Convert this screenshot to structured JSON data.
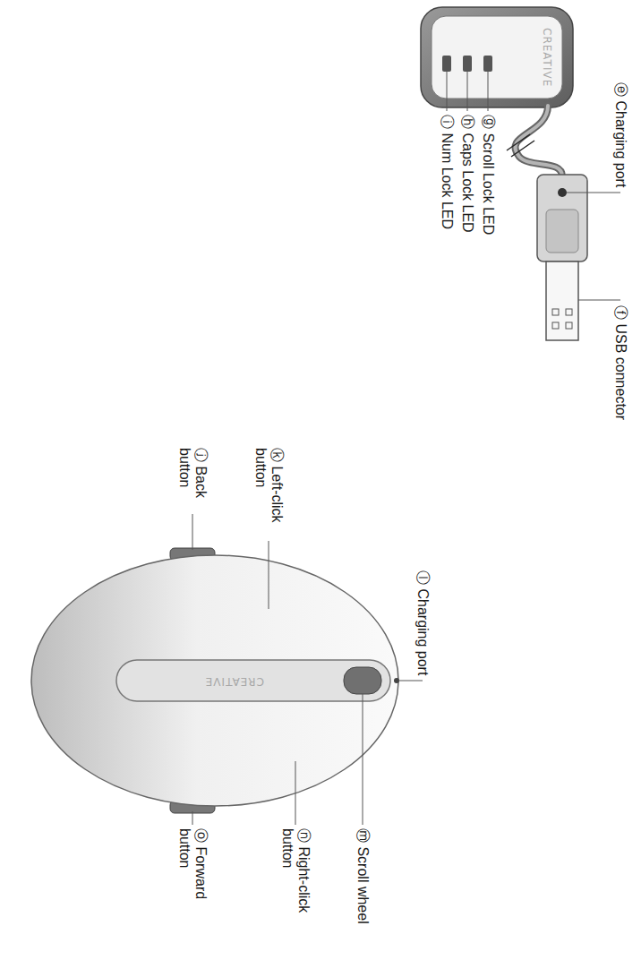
{
  "diagram": {
    "labels": [
      "ⓔ Charging port",
      "ⓕ USB connector",
      "CREATIVE",
      "ⓖ Scroll Lock LED",
      "ⓗ Caps Lock LED",
      "ⓘ Num Lock LED",
      "ⓚ Left-click button",
      "ⓙ Back button",
      "ⓛ Charging port",
      "CREATIVE",
      "ⓜ Scroll wheel",
      "ⓝ Right-click button",
      "ⓞ Forward button"
    ]
  }
}
